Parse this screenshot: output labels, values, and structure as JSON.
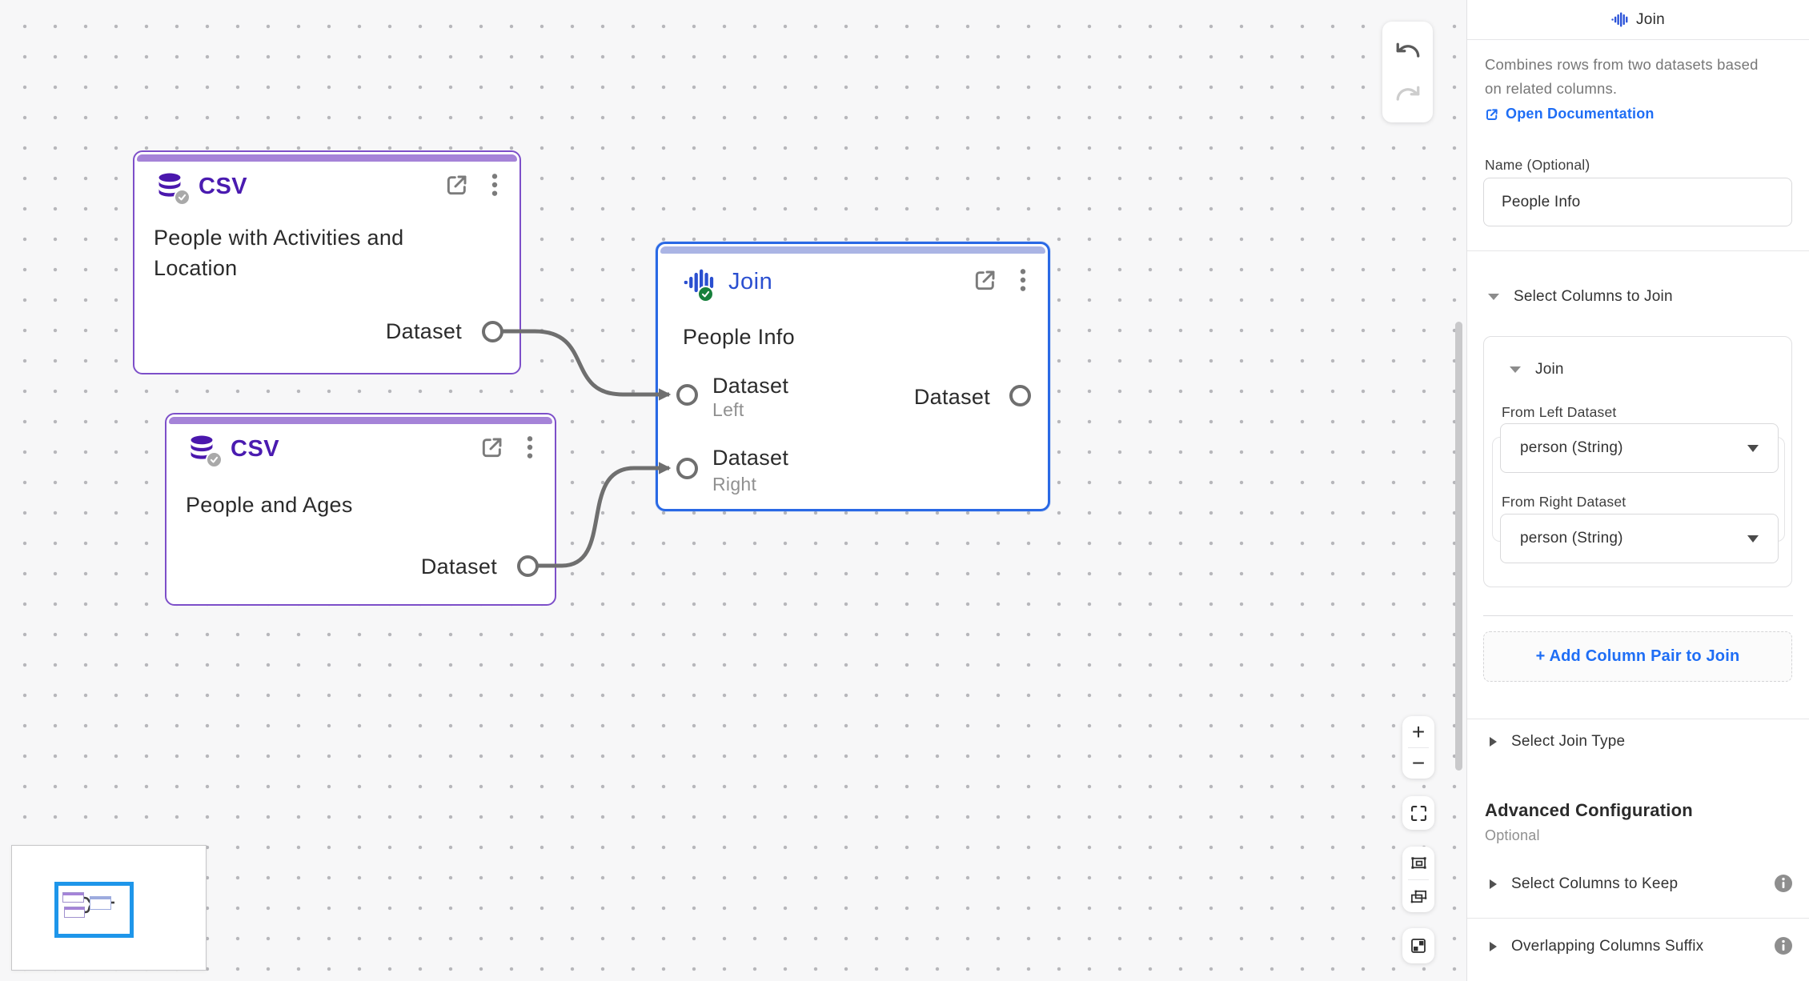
{
  "sidebar": {
    "title": "Join",
    "description": "Combines rows from two datasets based on related columns.",
    "doc_link": "Open Documentation",
    "name_field": {
      "label": "Name (Optional)",
      "value": "People Info"
    },
    "select_columns_section": {
      "header": "Select Columns to Join",
      "group_label": "Join",
      "left": {
        "label": "From Left Dataset",
        "value": "person (String)"
      },
      "right": {
        "label": "From Right Dataset",
        "value": "person (String)"
      },
      "add_button": "+ Add Column Pair to Join"
    },
    "join_type_header": "Select Join Type",
    "advanced": {
      "title": "Advanced Configuration",
      "subtitle": "Optional"
    },
    "keep_header": "Select Columns to Keep",
    "suffix_header": "Overlapping Columns Suffix"
  },
  "canvas": {
    "nodes": {
      "csv1": {
        "type": "CSV",
        "title": "CSV",
        "description": "People with Activities and Location",
        "output_port": {
          "label": "Dataset"
        }
      },
      "csv2": {
        "type": "CSV",
        "title": "CSV",
        "description": "People and Ages",
        "output_port": {
          "label": "Dataset"
        }
      },
      "join": {
        "type": "Join",
        "title": "Join",
        "description": "People Info",
        "input_ports": [
          {
            "label": "Dataset",
            "sublabel": "Left"
          },
          {
            "label": "Dataset",
            "sublabel": "Right"
          }
        ],
        "output_port": {
          "label": "Dataset"
        }
      }
    },
    "edges": [
      {
        "from": "CSV (People with Activities and Location) Dataset",
        "to": "Join Dataset Left"
      },
      {
        "from": "CSV (People and Ages) Dataset",
        "to": "Join Dataset Right"
      }
    ],
    "controls": {
      "zoom_in": "+",
      "zoom_out": "−"
    }
  },
  "colors": {
    "canvas_bg": "#f7f7f8",
    "csv_border": "#7d4fc9",
    "csv_strip": "#a583d8",
    "csv_text": "#4a1bb0",
    "join_selection": "#2a69e5",
    "join_strip": "#aab4e4",
    "join_text": "#2a4fd0",
    "edge_gray": "#6f6f6f",
    "link_blue": "#1f6ef5",
    "success_green": "#17803c",
    "minimap_viewport": "#1e96ea"
  },
  "icons": [
    "join-waveform-icon",
    "csv-database-icon",
    "check-badge-icon",
    "open-in-panel-icon",
    "kebab-menu-icon",
    "undo-icon",
    "redo-icon",
    "zoom-in-icon",
    "zoom-out-icon",
    "fit-view-icon",
    "fit-selection-icon",
    "selection-tool-icon",
    "minimap-toggle-icon",
    "info-icon",
    "external-link-icon",
    "chevron-icons"
  ]
}
